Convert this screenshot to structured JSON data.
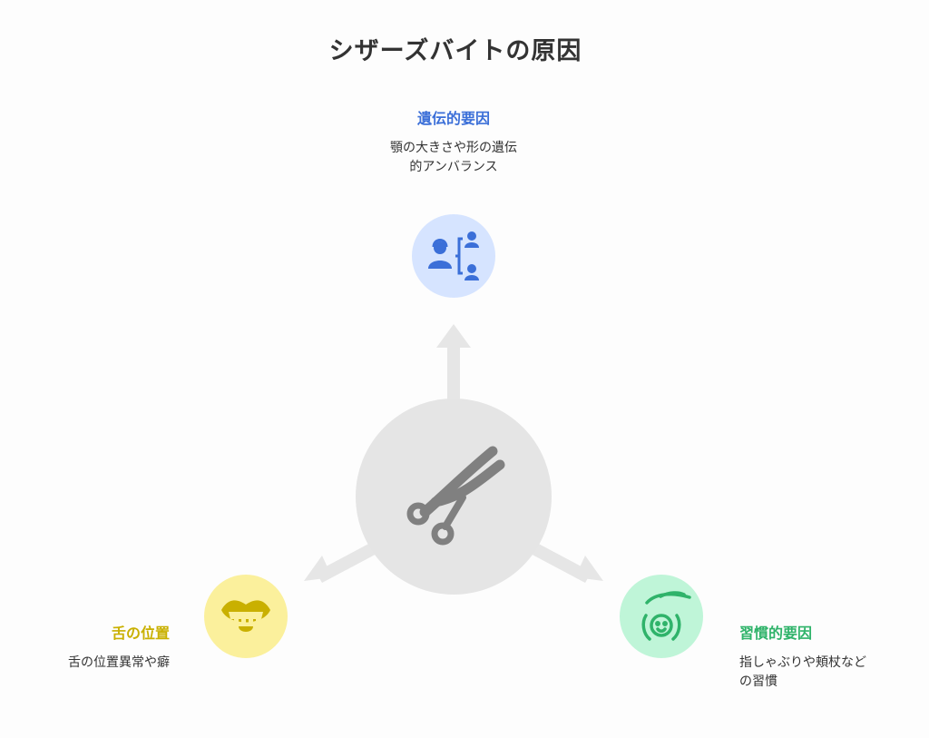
{
  "title": "シザーズバイトの原因",
  "center": {
    "icon": "scissors-icon",
    "circle_color": "#e5e5e5",
    "icon_color": "#808080"
  },
  "causes": [
    {
      "id": "genetic",
      "heading": "遺伝的要因",
      "description_lines": [
        "顎の大きさや形の遺伝",
        "的アンバランス"
      ],
      "icon": "family-genetics-icon",
      "color": "#3b6fd8",
      "circle_color": "#d6e4ff"
    },
    {
      "id": "tongue",
      "heading": "舌の位置",
      "description_lines": [
        "舌の位置異常や癖"
      ],
      "icon": "mouth-tongue-icon",
      "color": "#c9b000",
      "circle_color": "#fbf09c"
    },
    {
      "id": "habit",
      "heading": "習慣的要因",
      "description_lines": [
        "指しゃぶりや頬杖など",
        "の習慣"
      ],
      "icon": "child-hand-icon",
      "color": "#2fb36a",
      "circle_color": "#bff5d8"
    }
  ],
  "arrow_color": "#e6e6e6"
}
